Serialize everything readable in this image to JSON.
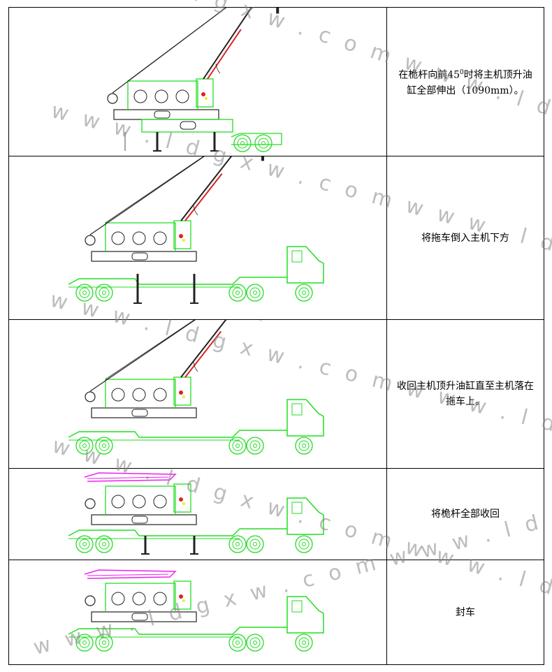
{
  "steps": [
    {
      "parts": [
        "在桅杆向前45",
        "0",
        "时将主机顶升油缸全部伸出（1090mm）。"
      ]
    },
    {
      "text": "将拖车倒入主机下方"
    },
    {
      "text": "收回主机顶升油缸直至主机落在拖车上。"
    },
    {
      "text": "将桅杆全部收回"
    },
    {
      "text": "封车"
    }
  ],
  "colors": {
    "green": "#22dd22",
    "black": "#222222",
    "magenta": "#ee22ee",
    "red": "#dd2222",
    "yellow": "#eeee22",
    "border": "#000000",
    "watermark": "#888888"
  },
  "watermark": {
    "text": "w w w . l d g x w . c o m"
  }
}
